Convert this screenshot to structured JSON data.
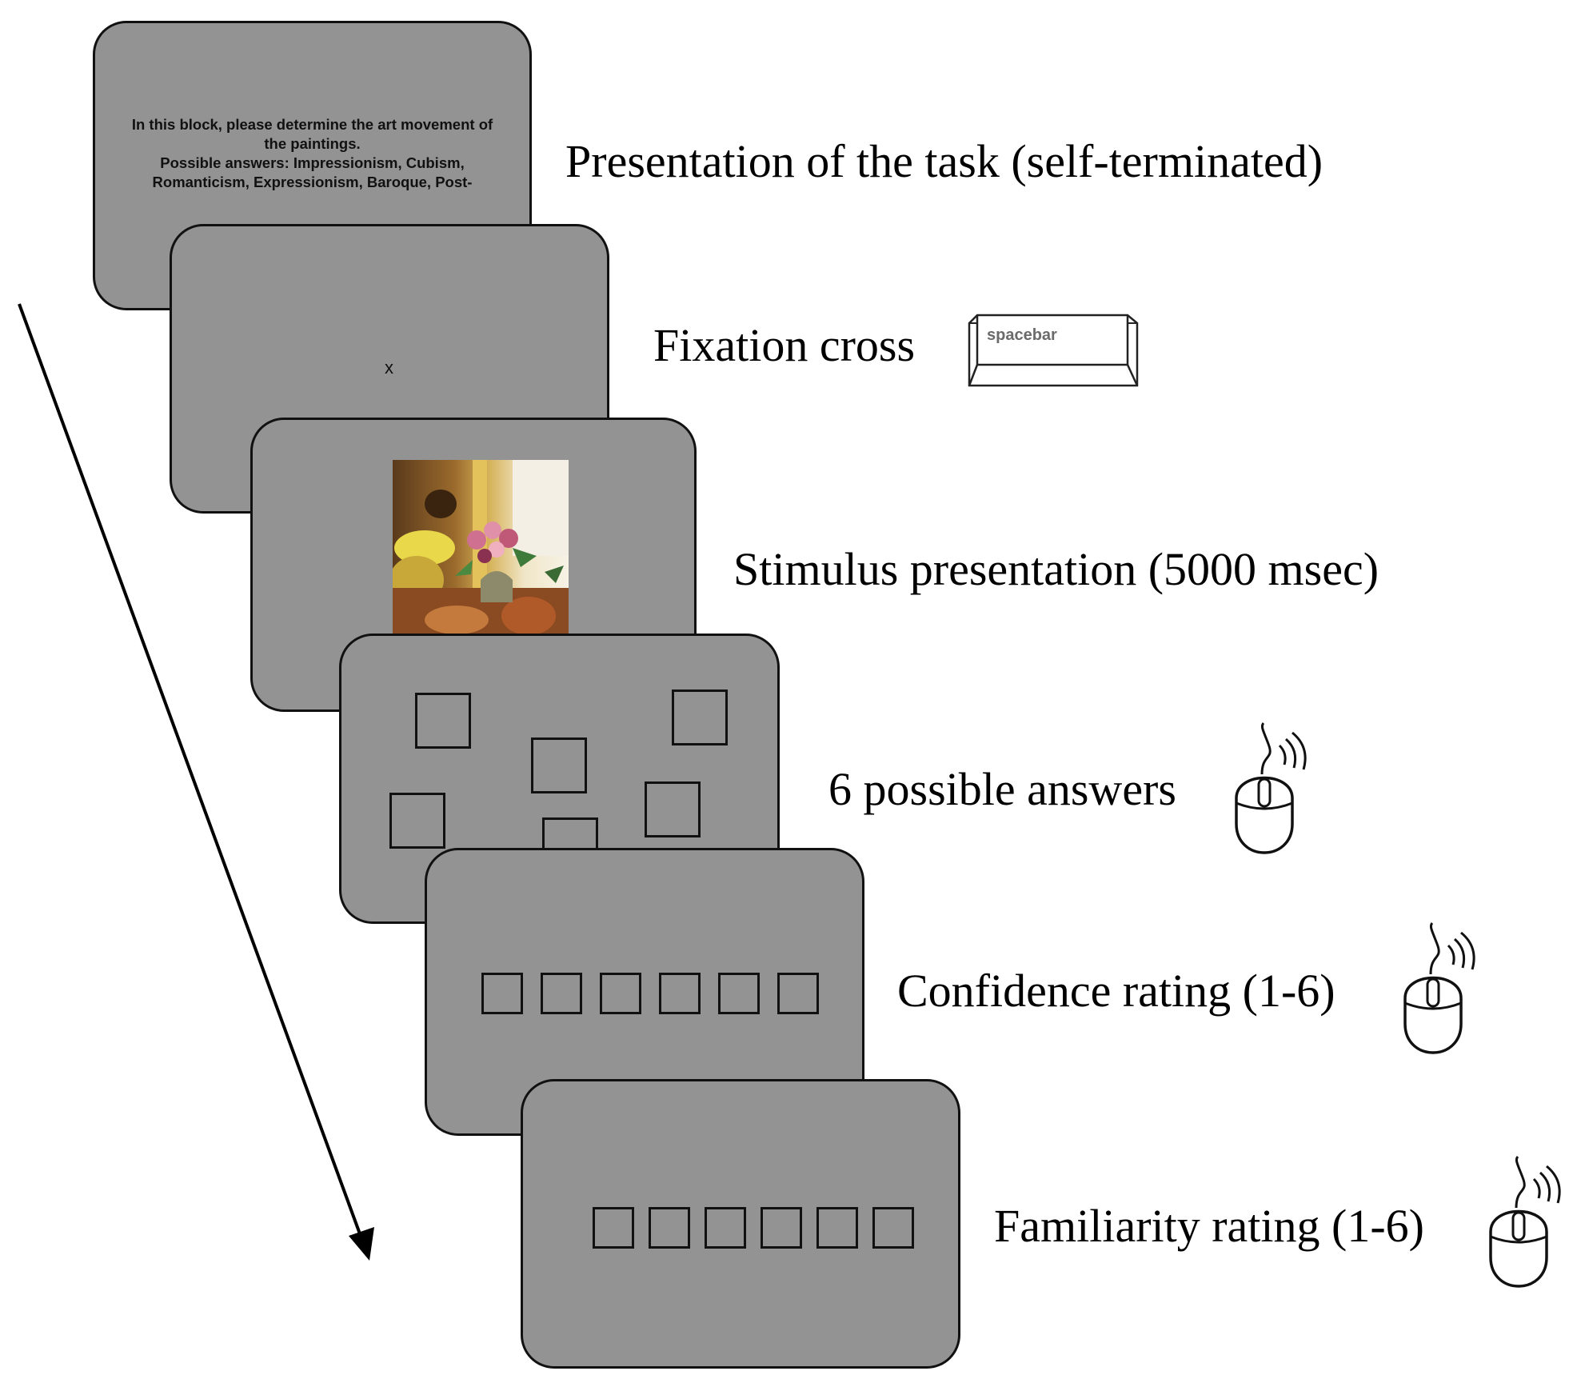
{
  "task_screen": {
    "lines": [
      "In this block, please determine the art movement of",
      "the paintings.",
      "Possible answers: Impressionism, Cubism,",
      "Romanticism, Expressionism, Baroque, Post-"
    ]
  },
  "fixation_screen": {
    "symbol": "x"
  },
  "stimulus_screen": {},
  "answers_screen": {
    "answer_count": 6
  },
  "confidence_screen": {
    "rating_count": 6
  },
  "familiarity_screen": {
    "rating_count": 6
  },
  "captions": {
    "task": "Presentation of the task (self-terminated)",
    "fixation": "Fixation cross",
    "stimulus": "Stimulus presentation (5000 msec)",
    "answers": "6 possible answers",
    "confidence": "Confidence rating (1-6)",
    "familiarity": "Familiarity rating (1-6)"
  },
  "spacebar": {
    "label": "spacebar"
  },
  "icons": [
    "spacebar-key-icon",
    "mouse-icon",
    "time-arrow-icon"
  ],
  "colors": {
    "screen": "#939393",
    "outline": "#111111",
    "background": "#ffffff"
  }
}
